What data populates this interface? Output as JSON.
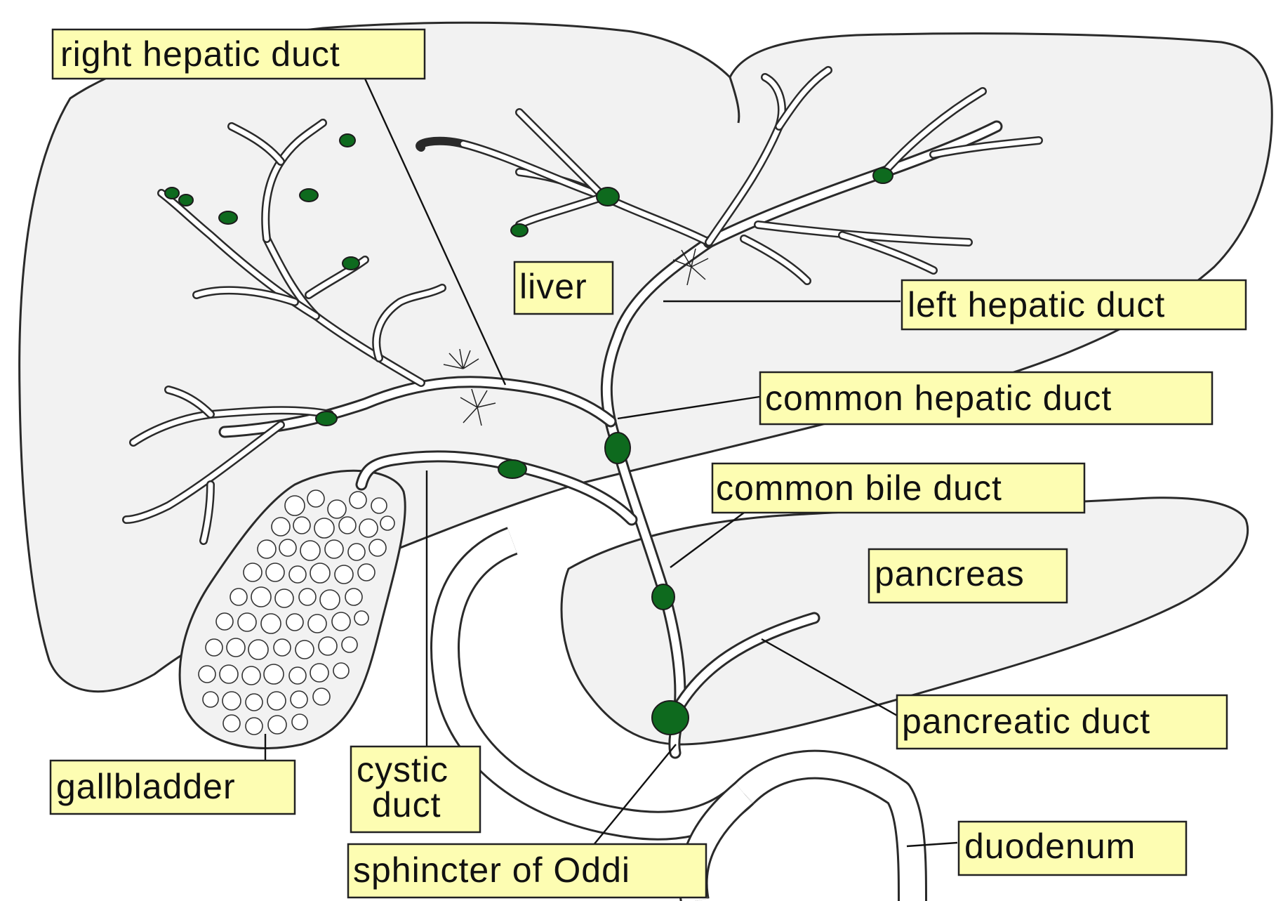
{
  "labels": {
    "right_hepatic_duct": "right hepatic duct",
    "liver": "liver",
    "left_hepatic_duct": "left hepatic duct",
    "common_hepatic_duct": "common hepatic duct",
    "common_bile_duct": "common bile duct",
    "pancreas": "pancreas",
    "pancreatic_duct": "pancreatic duct",
    "gallbladder": "gallbladder",
    "cystic_duct_line1": "cystic",
    "cystic_duct_line2": "duct",
    "sphincter_of_oddi": "sphincter of Oddi",
    "duodenum": "duodenum"
  },
  "colors": {
    "label_fill": "#fdfdb2",
    "stone": "#0e6a1e",
    "organ_fill": "#f2f2f2"
  }
}
